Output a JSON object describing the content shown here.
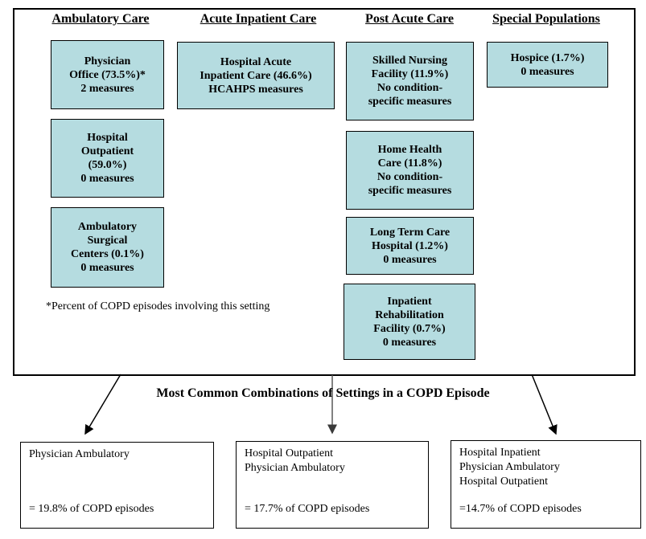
{
  "main_panel": {
    "columns": [
      {
        "header": "Ambulatory Care",
        "boxes": [
          "Physician\nOffice (73.5%)*\n2 measures",
          "Hospital\nOutpatient\n(59.0%)\n0 measures",
          "Ambulatory\nSurgical\nCenters (0.1%)\n0 measures"
        ]
      },
      {
        "header": "Acute Inpatient Care",
        "boxes": [
          "Hospital Acute\nInpatient Care (46.6%)\nHCAHPS measures"
        ]
      },
      {
        "header": "Post Acute Care",
        "boxes": [
          "Skilled Nursing\nFacility (11.9%)\nNo condition-\nspecific measures",
          "Home Health\nCare (11.8%)\nNo condition-\nspecific measures",
          "Long Term Care\nHospital (1.2%)\n0 measures",
          "Inpatient\nRehabilitation\nFacility (0.7%)\n0 measures"
        ]
      },
      {
        "header": "Special Populations",
        "boxes": [
          "Hospice (1.7%)\n0 measures"
        ]
      }
    ],
    "footnote": "*Percent of COPD episodes involving this setting"
  },
  "combinations": {
    "title": "Most Common Combinations of Settings in a COPD Episode",
    "boxes": [
      {
        "settings": "Physician Ambulatory",
        "episodes": "= 19.8% of COPD episodes"
      },
      {
        "settings": "Hospital Outpatient\nPhysician Ambulatory",
        "episodes": "= 17.7% of COPD episodes"
      },
      {
        "settings": "Hospital Inpatient\nPhysician Ambulatory\nHospital Outpatient",
        "episodes": "=14.7% of COPD episodes"
      }
    ]
  },
  "colors": {
    "setting_box_fill": "#b5dce0",
    "line_color": "#000000",
    "middle_arrow_color": "#595959"
  }
}
